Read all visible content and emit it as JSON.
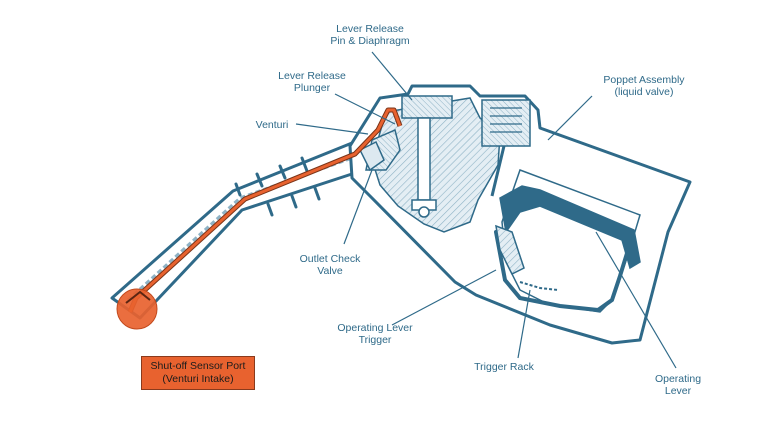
{
  "diagram": {
    "colors": {
      "outline": "#2f6a89",
      "hatch": "#8fb3c6",
      "fill": "#dde9f0",
      "tube": "#e8622f",
      "box": "#e8622f"
    },
    "labels": {
      "lever_release_pin": {
        "line1": "Lever Release",
        "line2": "Pin & Diaphragm"
      },
      "lever_release_plunger": {
        "line1": "Lever Release",
        "line2": "Plunger"
      },
      "venturi": {
        "line1": "Venturi"
      },
      "poppet_assembly": {
        "line1": "Poppet Assembly",
        "line2": "(liquid valve)"
      },
      "outlet_check_valve": {
        "line1": "Outlet Check",
        "line2": "Valve"
      },
      "operating_lever_trigger": {
        "line1": "Operating Lever",
        "line2": "Trigger"
      },
      "trigger_rack": {
        "line1": "Trigger Rack"
      },
      "operating_lever": {
        "line1": "Operating",
        "line2": "Lever"
      },
      "sensor_port": {
        "line1": "Shut-off Sensor Port",
        "line2": "(Venturi Intake)"
      }
    }
  }
}
